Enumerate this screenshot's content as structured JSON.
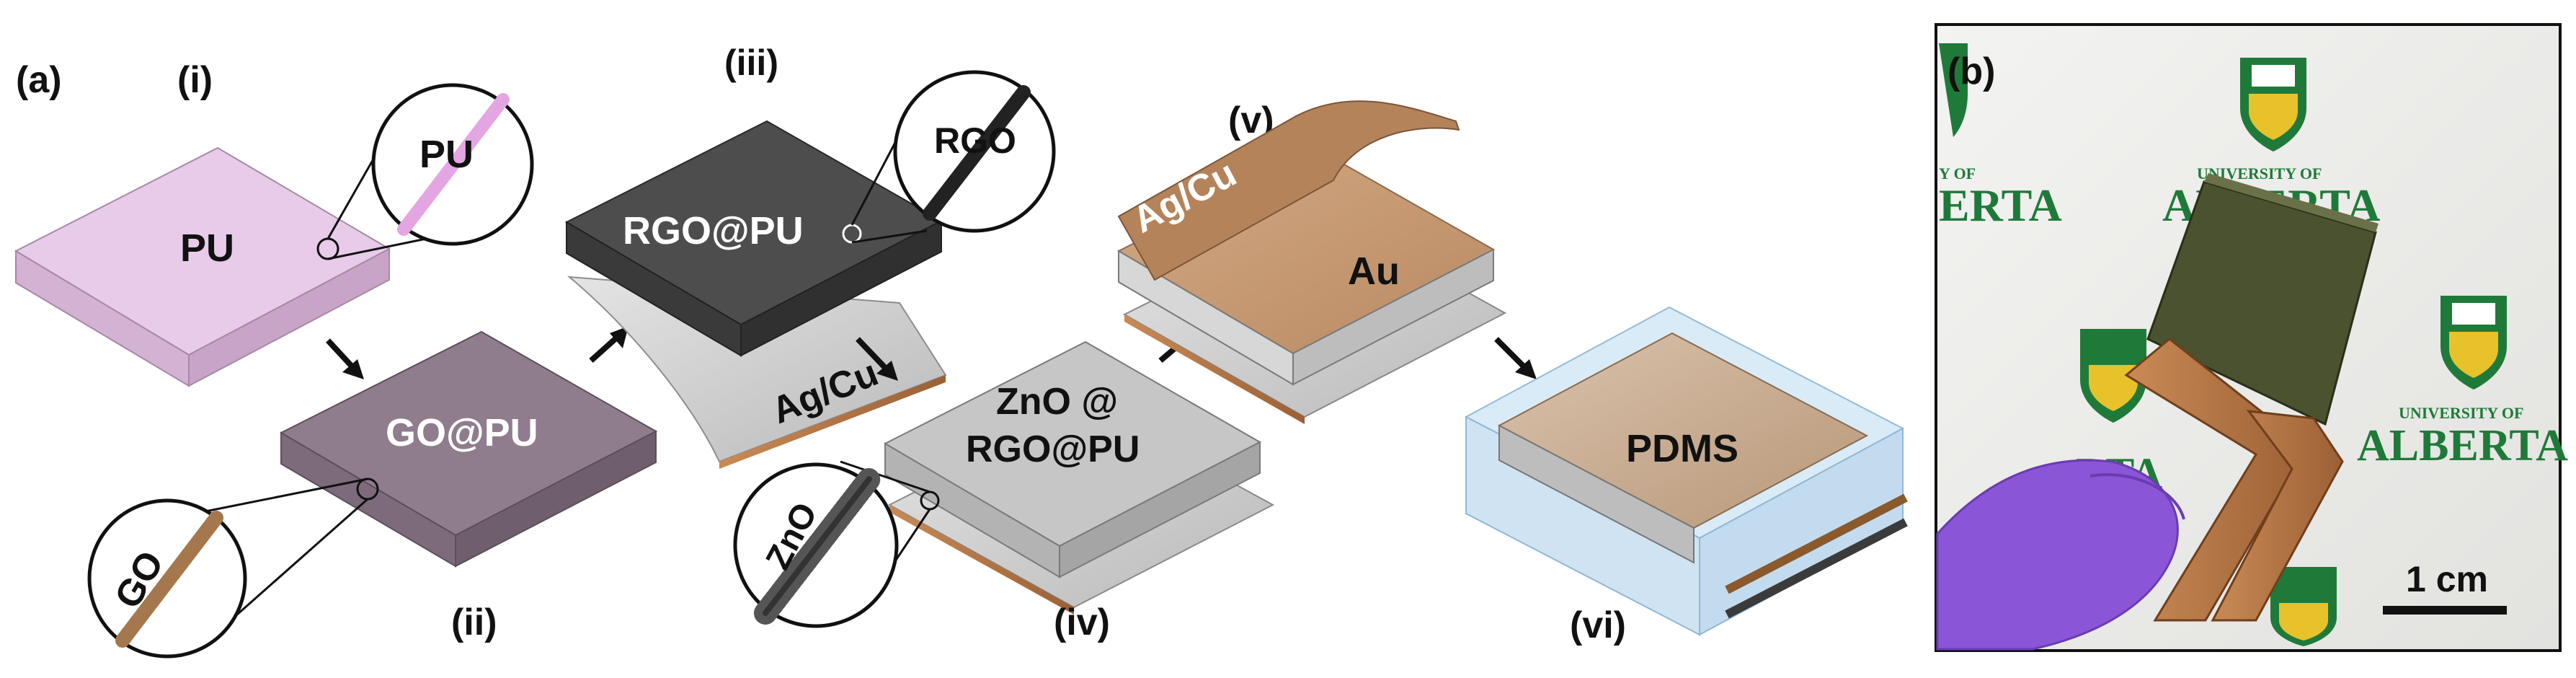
{
  "panel_a": {
    "label": "(a)",
    "steps": [
      {
        "numeral": "(i)",
        "layer": "PU",
        "zoom": "PU"
      },
      {
        "numeral": "(ii)",
        "layer": "GO@PU",
        "zoom": "GO"
      },
      {
        "numeral": "(iii)",
        "layer": "RGO@PU",
        "zoom": "RGO",
        "electrode": "Ag/Cu"
      },
      {
        "numeral": "(iv)",
        "layer_line1": "ZnO @",
        "layer_line2": "RGO@PU",
        "zoom": "ZnO"
      },
      {
        "numeral": "(v)",
        "layer": "Au",
        "electrode": "Ag/Cu"
      },
      {
        "numeral": "(vi)",
        "layer": "PDMS"
      }
    ]
  },
  "panel_b": {
    "label": "(b)",
    "banner_small": "UNIVERSITY OF",
    "banner_large": "ALBERTA",
    "banner_large_partial_left": "ERTA",
    "banner_large_partial_mid": "RTA",
    "banner_small_partial": "Y OF",
    "scale_bar": "1 cm"
  },
  "colors": {
    "pu": "#e6c8e6",
    "go": "#8f7c8e",
    "rgo": "#4b4b4b",
    "zno": "#c3c3c3",
    "gold": "#c79a73",
    "copper_tape": "#b57a4a",
    "pdms": "#cfe3f3",
    "glove": "#8a55d6",
    "alberta_green": "#1f7a3a",
    "alberta_gold": "#e7c22a"
  }
}
